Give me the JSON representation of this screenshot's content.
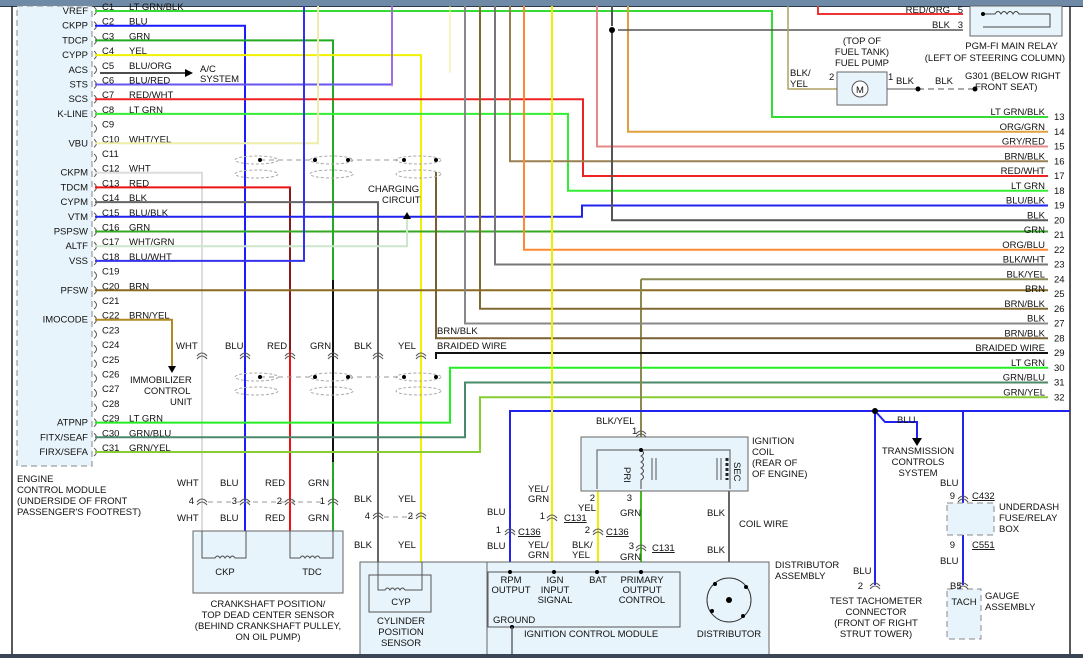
{
  "diagram_title": "Engine Control / Ignition Wiring Diagram",
  "ecm": {
    "label_lines": [
      "ENGINE",
      "CONTROL MODULE",
      "(UNDERSIDE OF FRONT",
      "PASSENGER'S FOOTREST)"
    ],
    "pins": [
      {
        "signal": "VREF",
        "pin": "C1",
        "wire": "LT GRN/BLK",
        "color": "#33dd33"
      },
      {
        "signal": "CKPP",
        "pin": "C2",
        "wire": "BLU",
        "color": "#1a1aff"
      },
      {
        "signal": "TDCP",
        "pin": "C3",
        "wire": "GRN",
        "color": "#22aa22"
      },
      {
        "signal": "CYPP",
        "pin": "C4",
        "wire": "YEL",
        "color": "#f0f000"
      },
      {
        "signal": "ACS",
        "pin": "C5",
        "wire": "BLU/ORG",
        "color": "#3344ee"
      },
      {
        "signal": "STS",
        "pin": "C6",
        "wire": "BLU/RED",
        "color": "#5555ee"
      },
      {
        "signal": "SCS",
        "pin": "C7",
        "wire": "RED/WHT",
        "color": "#ee2222"
      },
      {
        "signal": "K-LINE",
        "pin": "C8",
        "wire": "LT GRN",
        "color": "#33ee33"
      },
      {
        "signal": "",
        "pin": "C9",
        "wire": "",
        "color": ""
      },
      {
        "signal": "VBU",
        "pin": "C10",
        "wire": "WHT/YEL",
        "color": "#eeeeaa"
      },
      {
        "signal": "",
        "pin": "C11",
        "wire": "",
        "color": ""
      },
      {
        "signal": "CKPM",
        "pin": "C12",
        "wire": "WHT",
        "color": "#dddddd"
      },
      {
        "signal": "TDCM",
        "pin": "C13",
        "wire": "RED",
        "color": "#ee1111"
      },
      {
        "signal": "CYPM",
        "pin": "C14",
        "wire": "BLK",
        "color": "#666666"
      },
      {
        "signal": "VTM",
        "pin": "C15",
        "wire": "BLU/BLK",
        "color": "#2222ee"
      },
      {
        "signal": "PSPSW",
        "pin": "C16",
        "wire": "GRN",
        "color": "#33aa22"
      },
      {
        "signal": "ALTF",
        "pin": "C17",
        "wire": "WHT/GRN",
        "color": "#cce6cc"
      },
      {
        "signal": "VSS",
        "pin": "C18",
        "wire": "BLU/WHT",
        "color": "#3333ee"
      },
      {
        "signal": "",
        "pin": "C19",
        "wire": "",
        "color": ""
      },
      {
        "signal": "PFSW",
        "pin": "C20",
        "wire": "BRN",
        "color": "#8a6a20"
      },
      {
        "signal": "",
        "pin": "C21",
        "wire": "",
        "color": ""
      },
      {
        "signal": "IMOCODE",
        "pin": "C22",
        "wire": "BRN/YEL",
        "color": "#b08a20"
      },
      {
        "signal": "",
        "pin": "C23",
        "wire": "",
        "color": ""
      },
      {
        "signal": "",
        "pin": "C24",
        "wire": "",
        "color": ""
      },
      {
        "signal": "",
        "pin": "C25",
        "wire": "",
        "color": ""
      },
      {
        "signal": "",
        "pin": "C26",
        "wire": "",
        "color": ""
      },
      {
        "signal": "",
        "pin": "C27",
        "wire": "",
        "color": ""
      },
      {
        "signal": "",
        "pin": "C28",
        "wire": "",
        "color": ""
      },
      {
        "signal": "ATPNP",
        "pin": "C29",
        "wire": "LT GRN",
        "color": "#22ee22"
      },
      {
        "signal": "FITX/SEAF",
        "pin": "C30",
        "wire": "GRN/BLU",
        "color": "#4a8a6a"
      },
      {
        "signal": "FIRX/SEFA",
        "pin": "C31",
        "wire": "GRN/YEL",
        "color": "#88cc33"
      }
    ]
  },
  "right_connector": [
    {
      "num": "13",
      "wire": "LT GRN/BLK",
      "color": "#33cc33"
    },
    {
      "num": "14",
      "wire": "ORG/GRN",
      "color": "#e0a040"
    },
    {
      "num": "15",
      "wire": "GRY/RED",
      "color": "#e88888"
    },
    {
      "num": "16",
      "wire": "BRN/BLK",
      "color": "#9a8050"
    },
    {
      "num": "17",
      "wire": "RED/WHT",
      "color": "#ff4444"
    },
    {
      "num": "18",
      "wire": "LT GRN",
      "color": "#22ee22"
    },
    {
      "num": "19",
      "wire": "BLU/BLK",
      "color": "#3333ee"
    },
    {
      "num": "20",
      "wire": "BLK",
      "color": "#555555"
    },
    {
      "num": "21",
      "wire": "GRN",
      "color": "#33aa22"
    },
    {
      "num": "22",
      "wire": "ORG/BLU",
      "color": "#ff8833"
    },
    {
      "num": "23",
      "wire": "BLK/WHT",
      "color": "#777777"
    },
    {
      "num": "24",
      "wire": "BLK/YEL",
      "color": "#8a8a50"
    },
    {
      "num": "25",
      "wire": "BRN",
      "color": "#8a6a20"
    },
    {
      "num": "26",
      "wire": "BRN/BLK",
      "color": "#806a30"
    },
    {
      "num": "27",
      "wire": "BLK",
      "color": "#888888"
    },
    {
      "num": "28",
      "wire": "BRN/BLK",
      "color": "#7a6030"
    },
    {
      "num": "29",
      "wire": "BRAIDED WIRE",
      "color": "#111111"
    },
    {
      "num": "30",
      "wire": "LT GRN",
      "color": "#22ee22"
    },
    {
      "num": "31",
      "wire": "GRN/BLU",
      "color": "#4a9a6a"
    },
    {
      "num": "32",
      "wire": "GRN/YEL",
      "color": "#88cc22"
    }
  ],
  "ac_system": {
    "line1": "A/C",
    "line2": "SYSTEM"
  },
  "charging_circuit": {
    "line1": "CHARGING",
    "line2": "CIRCUIT"
  },
  "immobilizer": {
    "line1": "IMMOBILIZER",
    "line2": "CONTROL",
    "line3": "UNIT"
  },
  "main_relay": {
    "label1": "PGM-FI MAIN RELAY",
    "label2": "(LEFT OF STEERING COLUMN)",
    "pin5_wire": "RED/ORG",
    "pin5": "5",
    "pin3_wire": "BLK",
    "pin3": "3"
  },
  "fuel_pump": {
    "label1": "(TOP OF",
    "label2": "FUEL TANK)",
    "label3": "FUEL PUMP",
    "motor": "M",
    "pin2": "2",
    "pin2_wire1": "BLK/",
    "pin2_wire2": "YEL",
    "pin1": "1",
    "pin1_wire": "BLK",
    "ground_wire": "BLK",
    "ground_label1": "G301 (BELOW RIGHT",
    "ground_label2": "FRONT SEAT)"
  },
  "sensor_wires_upper": [
    "WHT",
    "BLU",
    "RED",
    "GRN",
    "BLK",
    "YEL"
  ],
  "brn_blk_label": "BRN/BLK",
  "braided_label": "BRAIDED WIRE",
  "ckp_tdc_connector": {
    "pins": [
      {
        "num": "4",
        "wire": "WHT"
      },
      {
        "num": "3",
        "wire": "BLU"
      },
      {
        "num": "2",
        "wire": "RED"
      },
      {
        "num": "1",
        "wire": "GRN"
      }
    ],
    "ckp": "CKP",
    "tdc": "TDC",
    "label_lines": [
      "CRANKSHAFT POSITION/",
      "TOP DEAD CENTER SENSOR",
      "(BEHIND CRANKSHAFT PULLEY,",
      "ON OIL PUMP)"
    ]
  },
  "cyp_connector": {
    "pins": [
      {
        "num": "4",
        "wire": "BLK"
      },
      {
        "num": "2",
        "wire": "YEL"
      }
    ],
    "cyp": "CYP",
    "label_lines": [
      "CYLINDER",
      "POSITION",
      "SENSOR"
    ]
  },
  "ignition_coil": {
    "label_lines": [
      "IGNITION",
      "COIL",
      "(REAR OF",
      "OF ENGINE)"
    ],
    "pri": "PRI",
    "sec": "SEC",
    "pin1": "1",
    "pin1_wire": "BLK/YEL",
    "pin2": "2",
    "pin2_wire": "YEL",
    "pin3": "3",
    "pin3_wire": "GRN",
    "coil_wire_top": "BLK",
    "coil_wire_label": "COIL WIRE",
    "coil_wire_bottom": "BLK"
  },
  "connectors": {
    "c136_1": {
      "pin": "1",
      "name": "C136",
      "wire_top": "BLU",
      "wire_bottom": "BLU"
    },
    "c131_1": {
      "pin": "1",
      "name": "C131",
      "wire_top1": "YEL/",
      "wire_top2": "GRN",
      "wire_bottom1": "YEL/",
      "wire_bottom2": "GRN"
    },
    "c136_2": {
      "pin": "2",
      "name": "C136",
      "wire_bottom1": "BLK/",
      "wire_bottom2": "YEL"
    },
    "c131_3": {
      "pin": "3",
      "name": "C131",
      "wire_bottom": "GRN"
    }
  },
  "distributor_assembly": {
    "label1": "DISTRIBUTOR",
    "label2": "ASSEMBLY",
    "icm_label": "IGNITION CONTROL MODULE",
    "icm_pins": [
      {
        "l1": "RPM",
        "l2": "OUTPUT",
        "l3": ""
      },
      {
        "l1": "IGN",
        "l2": "INPUT",
        "l3": "SIGNAL"
      },
      {
        "l1": "BAT",
        "l2": "",
        "l3": ""
      },
      {
        "l1": "PRIMARY",
        "l2": "OUTPUT",
        "l3": "CONTROL"
      }
    ],
    "ground": "GROUND",
    "distributor": "DISTRIBUTOR"
  },
  "tach_circuit": {
    "blu": "BLU",
    "transmission": [
      "TRANSMISSION",
      "CONTROLS",
      "SYSTEM"
    ],
    "test_tach_pin": "2",
    "test_tach_wire": "BLU",
    "test_tach_label": [
      "TEST TACHOMETER",
      "CONNECTOR",
      "(FRONT OF RIGHT",
      "STRUT TOWER)"
    ],
    "c432_pin": "9",
    "c432": "C432",
    "c432_wire": "BLU",
    "c551_pin": "9",
    "c551": "C551",
    "c551_wire": "BLU",
    "fuse_box_label": [
      "UNDERDASH",
      "FUSE/RELAY",
      "BOX"
    ],
    "gauge_pin": "B5",
    "tach": "TACH",
    "gauge_label": [
      "GAUGE",
      "ASSEMBLY"
    ]
  }
}
